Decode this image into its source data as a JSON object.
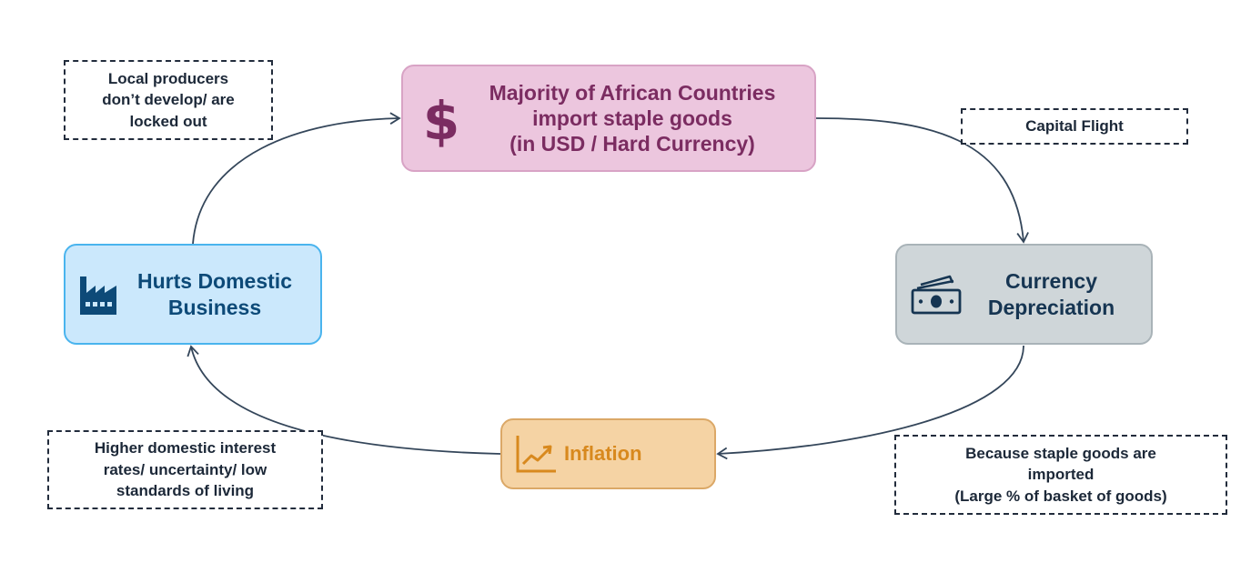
{
  "diagram": {
    "nodes": {
      "top": {
        "icon": "dollar-sign-icon",
        "lines": [
          "Majority of African Countries",
          "import staple goods",
          "(in USD / Hard Currency)"
        ]
      },
      "right": {
        "icon": "banknote-icon",
        "lines": [
          "Currency",
          "Depreciation"
        ]
      },
      "bottom": {
        "icon": "rising-chart-icon",
        "lines": [
          "Inflation"
        ]
      },
      "left": {
        "icon": "factory-icon",
        "lines": [
          "Hurts Domestic",
          "Business"
        ]
      }
    },
    "notes": {
      "top_left": [
        "Local producers",
        "don’t develop/ are",
        "locked out"
      ],
      "top_right": [
        "Capital Flight"
      ],
      "bottom_left": [
        "Higher domestic interest",
        "rates/ uncertainty/ low",
        "standards of living"
      ],
      "bottom_right": [
        "Because staple goods are",
        "imported",
        "(Large % of basket of goods)"
      ]
    },
    "colors": {
      "top_fill": "#ecc6de",
      "top_text": "#7b2c61",
      "right_fill": "#cfd6d9",
      "right_text": "#163552",
      "bottom_fill": "#f5d3a4",
      "bottom_text": "#d8891e",
      "left_fill": "#cbe8fc",
      "left_border": "#4ab4ee",
      "left_text": "#0d4a78",
      "arrow": "#34465a"
    }
  }
}
